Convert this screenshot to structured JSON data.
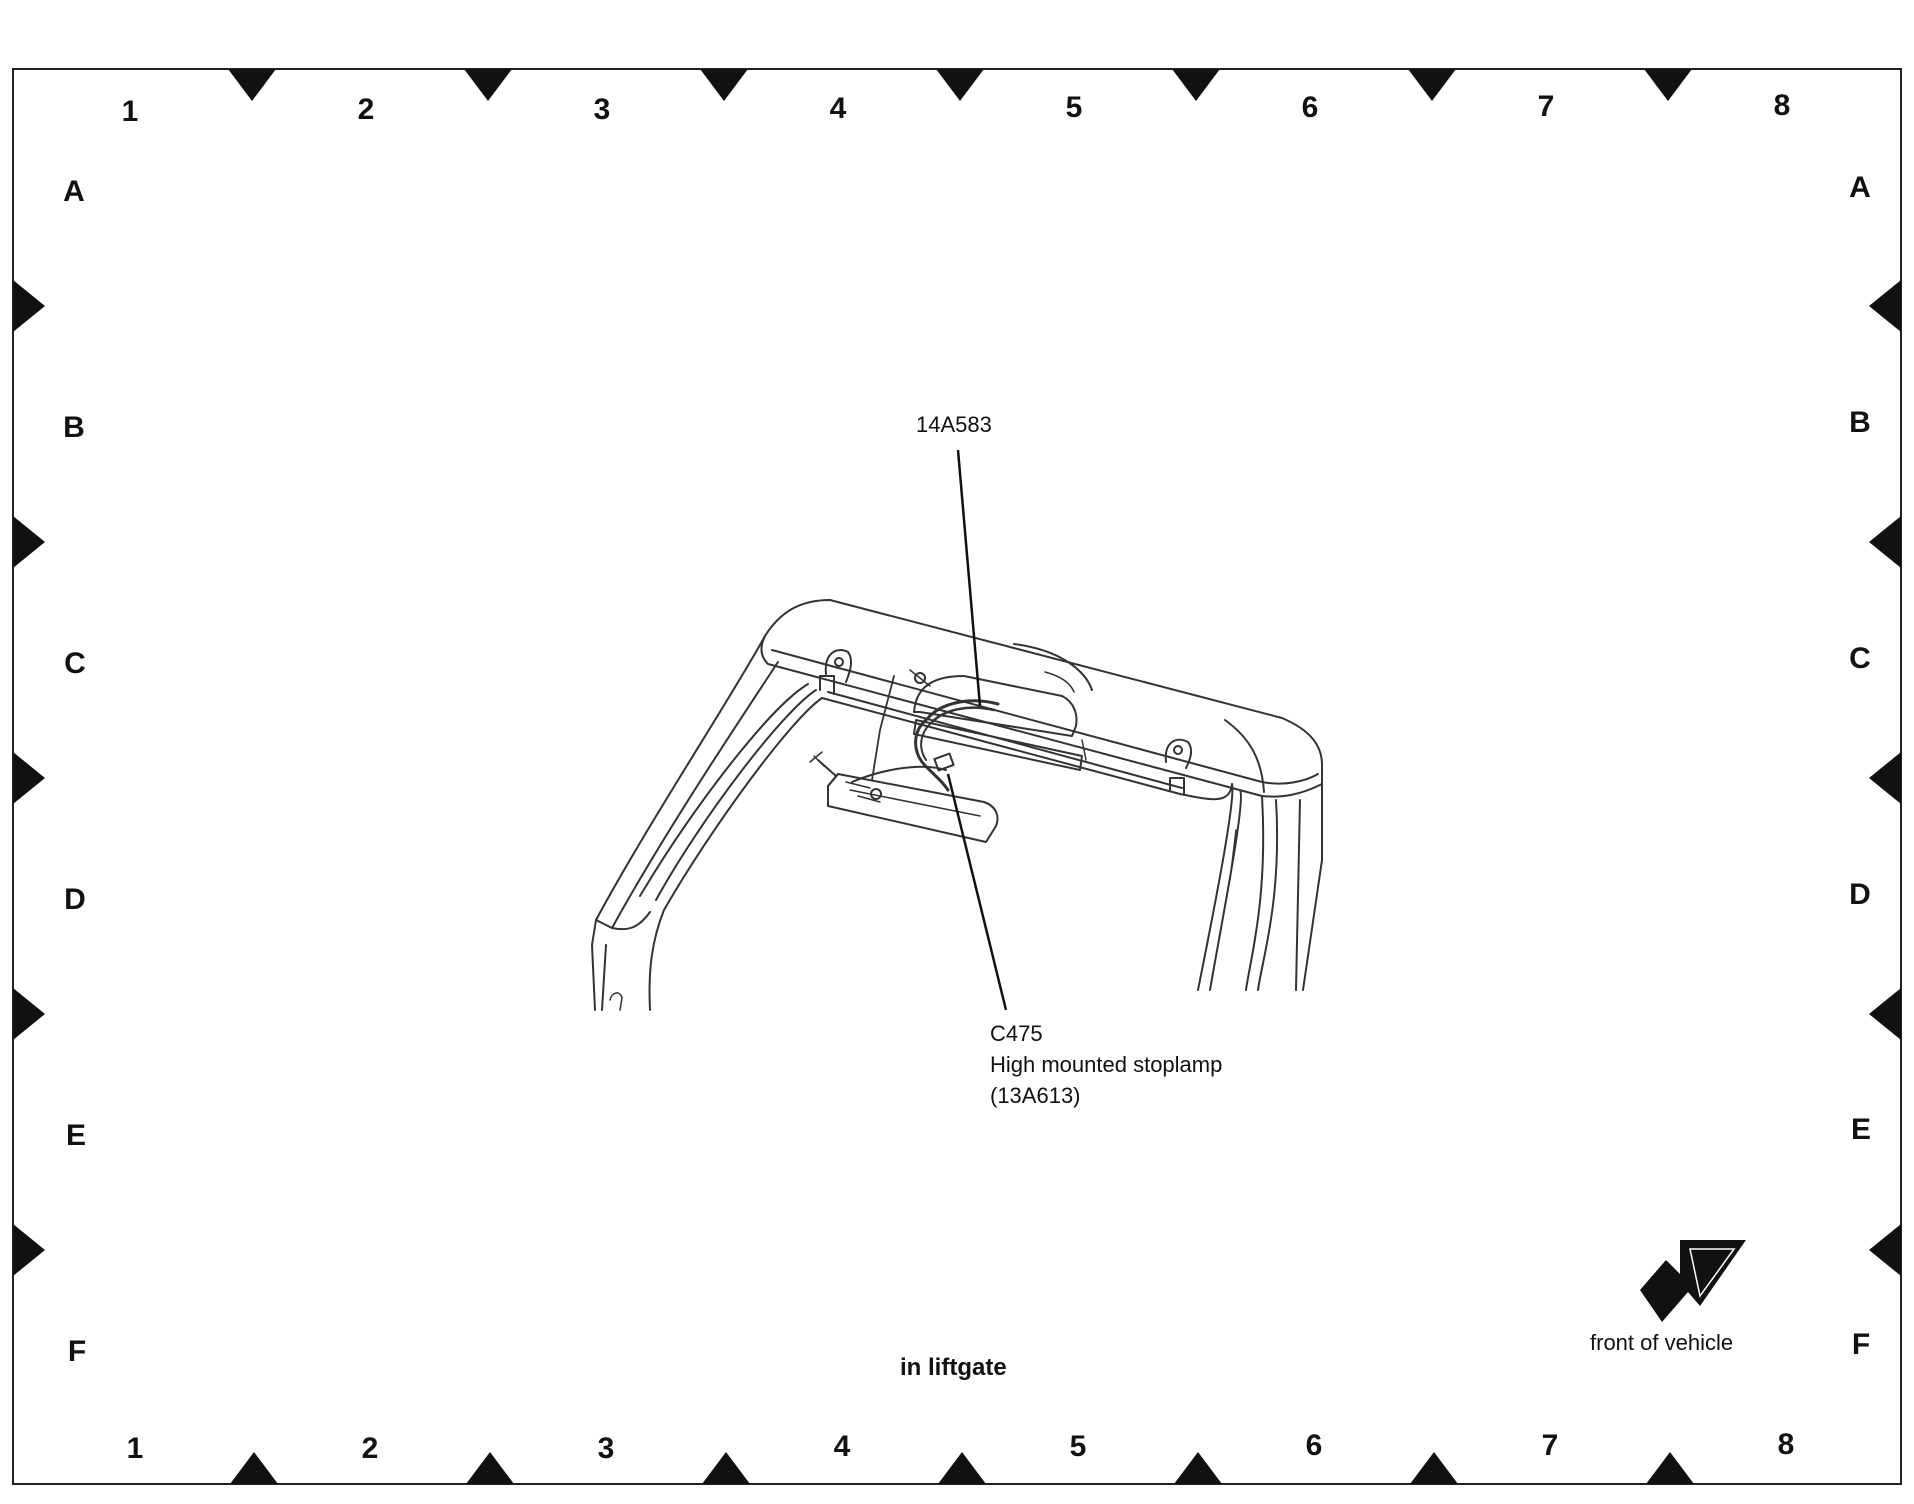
{
  "grid": {
    "columns": [
      "1",
      "2",
      "3",
      "4",
      "5",
      "6",
      "7",
      "8"
    ],
    "rows": [
      "A",
      "B",
      "C",
      "D",
      "E",
      "F"
    ]
  },
  "callouts": {
    "harness": {
      "code": "14A583"
    },
    "stoplamp": {
      "connector": "C475",
      "name": "High mounted stoplamp",
      "part": "(13A613)"
    }
  },
  "captions": {
    "location": "in liftgate",
    "orientation": "front of vehicle"
  },
  "icons": {
    "direction": "arrow-up-right-icon"
  }
}
